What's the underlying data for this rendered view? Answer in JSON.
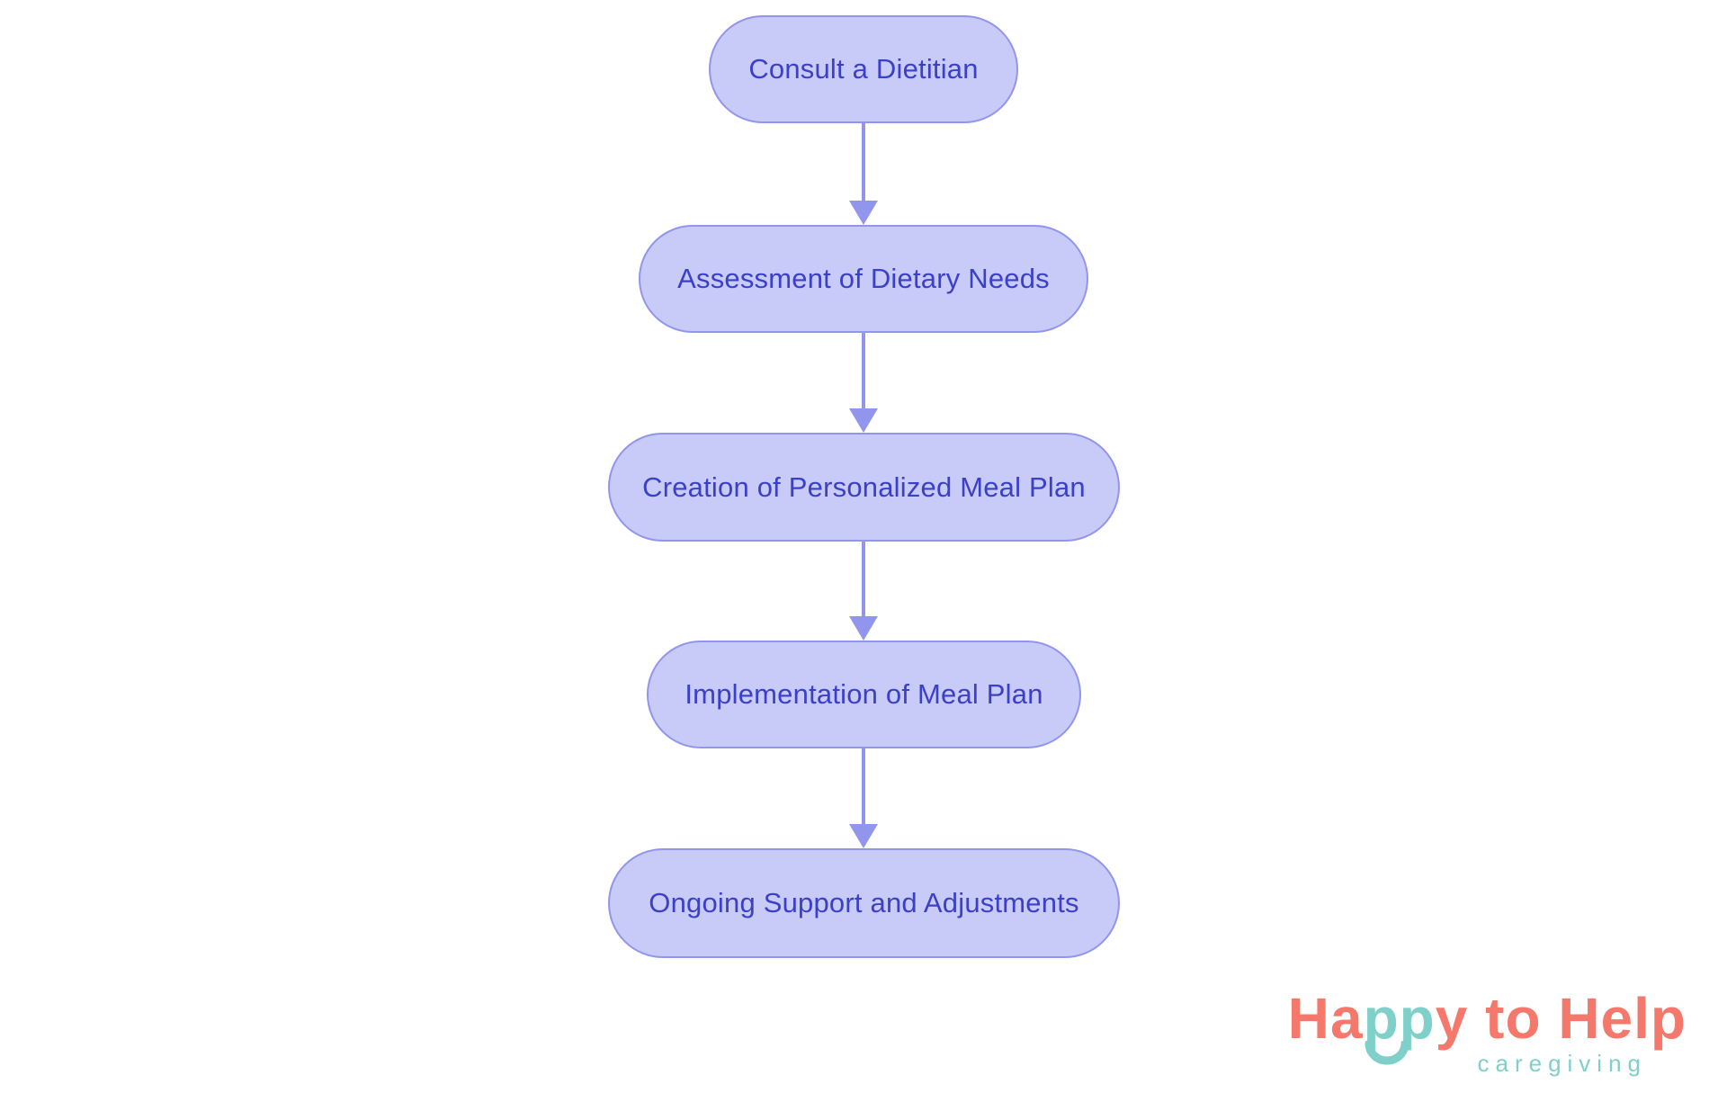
{
  "page": {
    "background_color": "#ffffff"
  },
  "flowchart": {
    "type": "vertical-flow",
    "node_fill_color": "#c8caf8",
    "node_border_color": "#9196ec",
    "node_text_color": "#3b40c9",
    "arrow_color": "#9196ec",
    "nodes": [
      {
        "label": "Consult a Dietitian"
      },
      {
        "label": "Assessment of Dietary Needs"
      },
      {
        "label": "Creation of Personalized Meal Plan"
      },
      {
        "label": "Implementation of Meal Plan"
      },
      {
        "label": "Ongoing Support and Adjustments"
      }
    ],
    "edges": [
      {
        "from": 0,
        "to": 1
      },
      {
        "from": 1,
        "to": 2
      },
      {
        "from": 2,
        "to": 3
      },
      {
        "from": 3,
        "to": 4
      }
    ]
  },
  "logo": {
    "word_part1": "Ha",
    "word_part2": "pp",
    "word_part3": "y to Help",
    "subtitle": "caregiving",
    "coral_color": "#f4796c",
    "teal_color": "#7ed0c9"
  }
}
